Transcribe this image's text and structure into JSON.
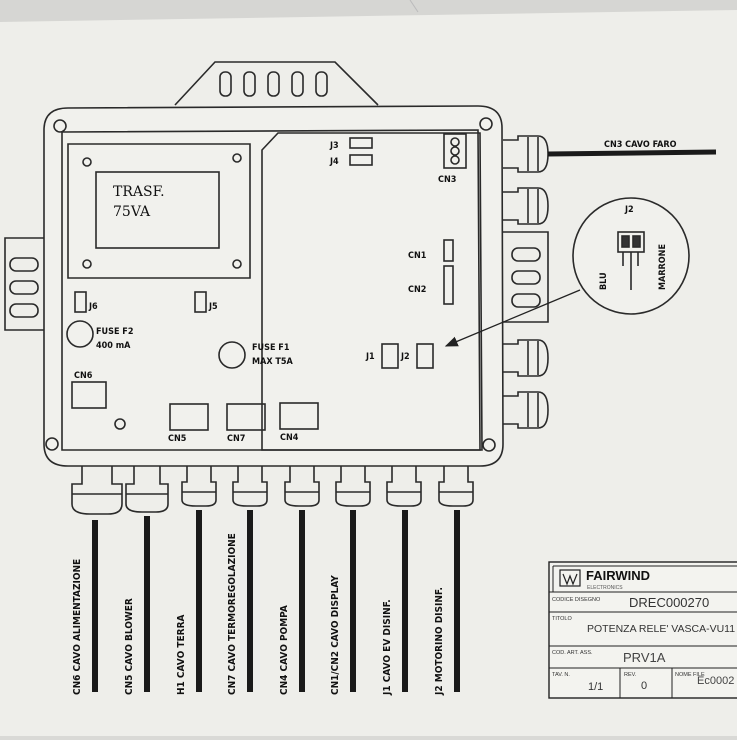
{
  "transformer": {
    "line1": "TRASF.",
    "line2": "75VA"
  },
  "connectors": {
    "j3": "J3",
    "j4": "J4",
    "cn3": "CN3",
    "cn1": "CN1",
    "cn2": "CN2",
    "j6": "J6",
    "j5": "J5",
    "j1": "J1",
    "j2": "J2",
    "cn6": "CN6",
    "cn5": "CN5",
    "cn7": "CN7",
    "cn4": "CN4"
  },
  "fuses": {
    "f2_line1": "FUSE F2",
    "f2_line2": "400 mA",
    "f1_line1": "FUSE F1",
    "f1_line2": "MAX T5A"
  },
  "cn3_cable": "CN3 CAVO FARO",
  "detail": {
    "title": "J2",
    "left": "BLU",
    "right": "MARRONE"
  },
  "cables": [
    "CN6 CAVO ALIMENTAZIONE",
    "CN5 CAVO BLOWER",
    "H1 CAVO TERRA",
    "CN7 CAVO TERMOREGOLAZIONE",
    "CN4 CAVO POMPA",
    "CN1/CN2 CAVO DISPLAY",
    "J1 CAVO EV DISINF.",
    "J2 MOTORINO DISINF."
  ],
  "title_block": {
    "brand": "FAIRWIND",
    "brand_sub": "ELECTRONICS",
    "codice_label": "CODICE DISEGNO",
    "codice_value": "DREC000270",
    "titolo_label": "TITOLO",
    "titolo_value": "POTENZA RELE' VASCA-VU11",
    "cod_label": "COD. ART. ASS.",
    "cod_value": "PRV1A",
    "tav_label": "TAV. N.",
    "tav_value": "1/1",
    "rev_label": "REV.",
    "rev_value": "0",
    "nome_label": "NOME FILE",
    "nome_value": "Ec0002"
  }
}
